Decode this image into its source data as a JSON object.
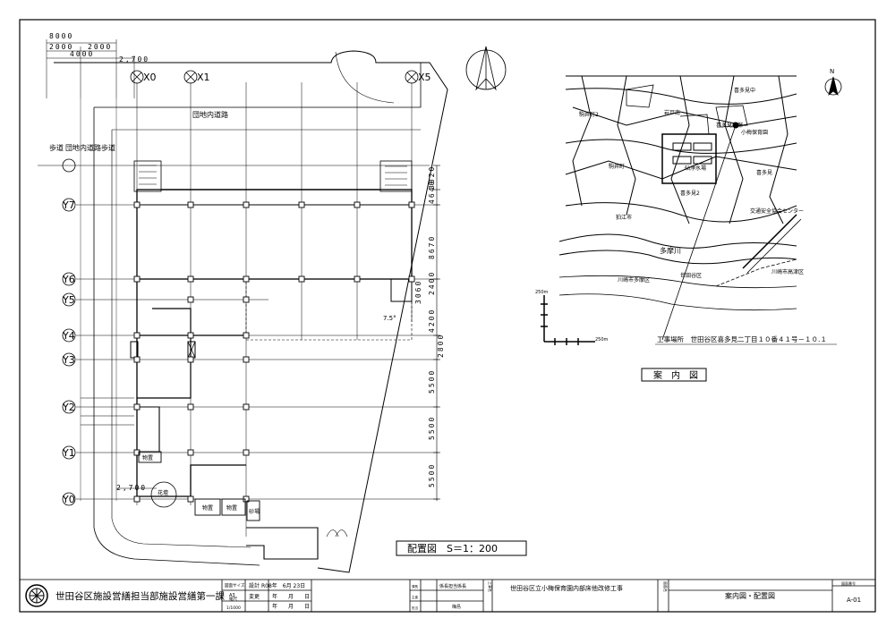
{
  "drawing": {
    "site_plan_title": "配置図　S＝1：200",
    "location_map_title": "案　内　図",
    "site_location": "工事場所　世田谷区喜多見二丁目１０番４１号－１０.１"
  },
  "plan": {
    "labels": {
      "road": "団地内道路",
      "sidewalk_left": "歩道",
      "sidewalk_road": "団地内道路歩道",
      "storage1": "物置",
      "storage2": "物置",
      "storage3": "物置",
      "flowerbed": "花壇",
      "sandbox": "砂場"
    },
    "dims_top": [
      "8000",
      "2000",
      "2000",
      "4000",
      "2,700"
    ],
    "dims_right": [
      "3020",
      "4640",
      "8670",
      "2400",
      "3060",
      "4200",
      "2800",
      "5500",
      "5500",
      "5500"
    ],
    "dim_left_bottom": "2,700",
    "angle": "7.5°",
    "grid_x": [
      "X0",
      "X1",
      "X5"
    ],
    "grid_y": [
      "Y7",
      "Y6",
      "Y5",
      "Y4",
      "Y3",
      "Y2",
      "Y1",
      "Y0"
    ]
  },
  "map": {
    "labels": [
      "喜多見中",
      "岩戸南",
      "駒井町2",
      "喜多見東部",
      "駒井町",
      "砧浄水場",
      "喜多見2",
      "狛江市",
      "交通安全協会センター",
      "多摩川",
      "川崎市多摩区",
      "世田谷区",
      "川崎市高津区",
      "喜多見",
      "小梅保育園"
    ],
    "scale_v": "250m",
    "scale_h": "250m",
    "north": "N"
  },
  "title_block": {
    "org": "世田谷区施設営繕担当部施設営繕第一課",
    "paper_size_label": "図面サイズ",
    "paper_size": "A3",
    "scale_label": "縮尺",
    "scale": "1/1000",
    "design_label": "設計",
    "design_date": "R08年　6月 23日",
    "change_label": "変更",
    "change_date": "年　　月　　日",
    "change_date2": "年　　月　　日",
    "check_label": "課長",
    "check2_label": "主査",
    "check3_label": "担当",
    "checker_title": "係長担当係長",
    "checker_name": "梅島",
    "project_label": "工事名",
    "project": "世田谷区立小梅保育園内部床他改修工事",
    "drawing_name_label": "図面名",
    "drawing_name": "案内図・配置図",
    "drawing_no_label": "図面番号",
    "drawing_no": "A-01"
  }
}
